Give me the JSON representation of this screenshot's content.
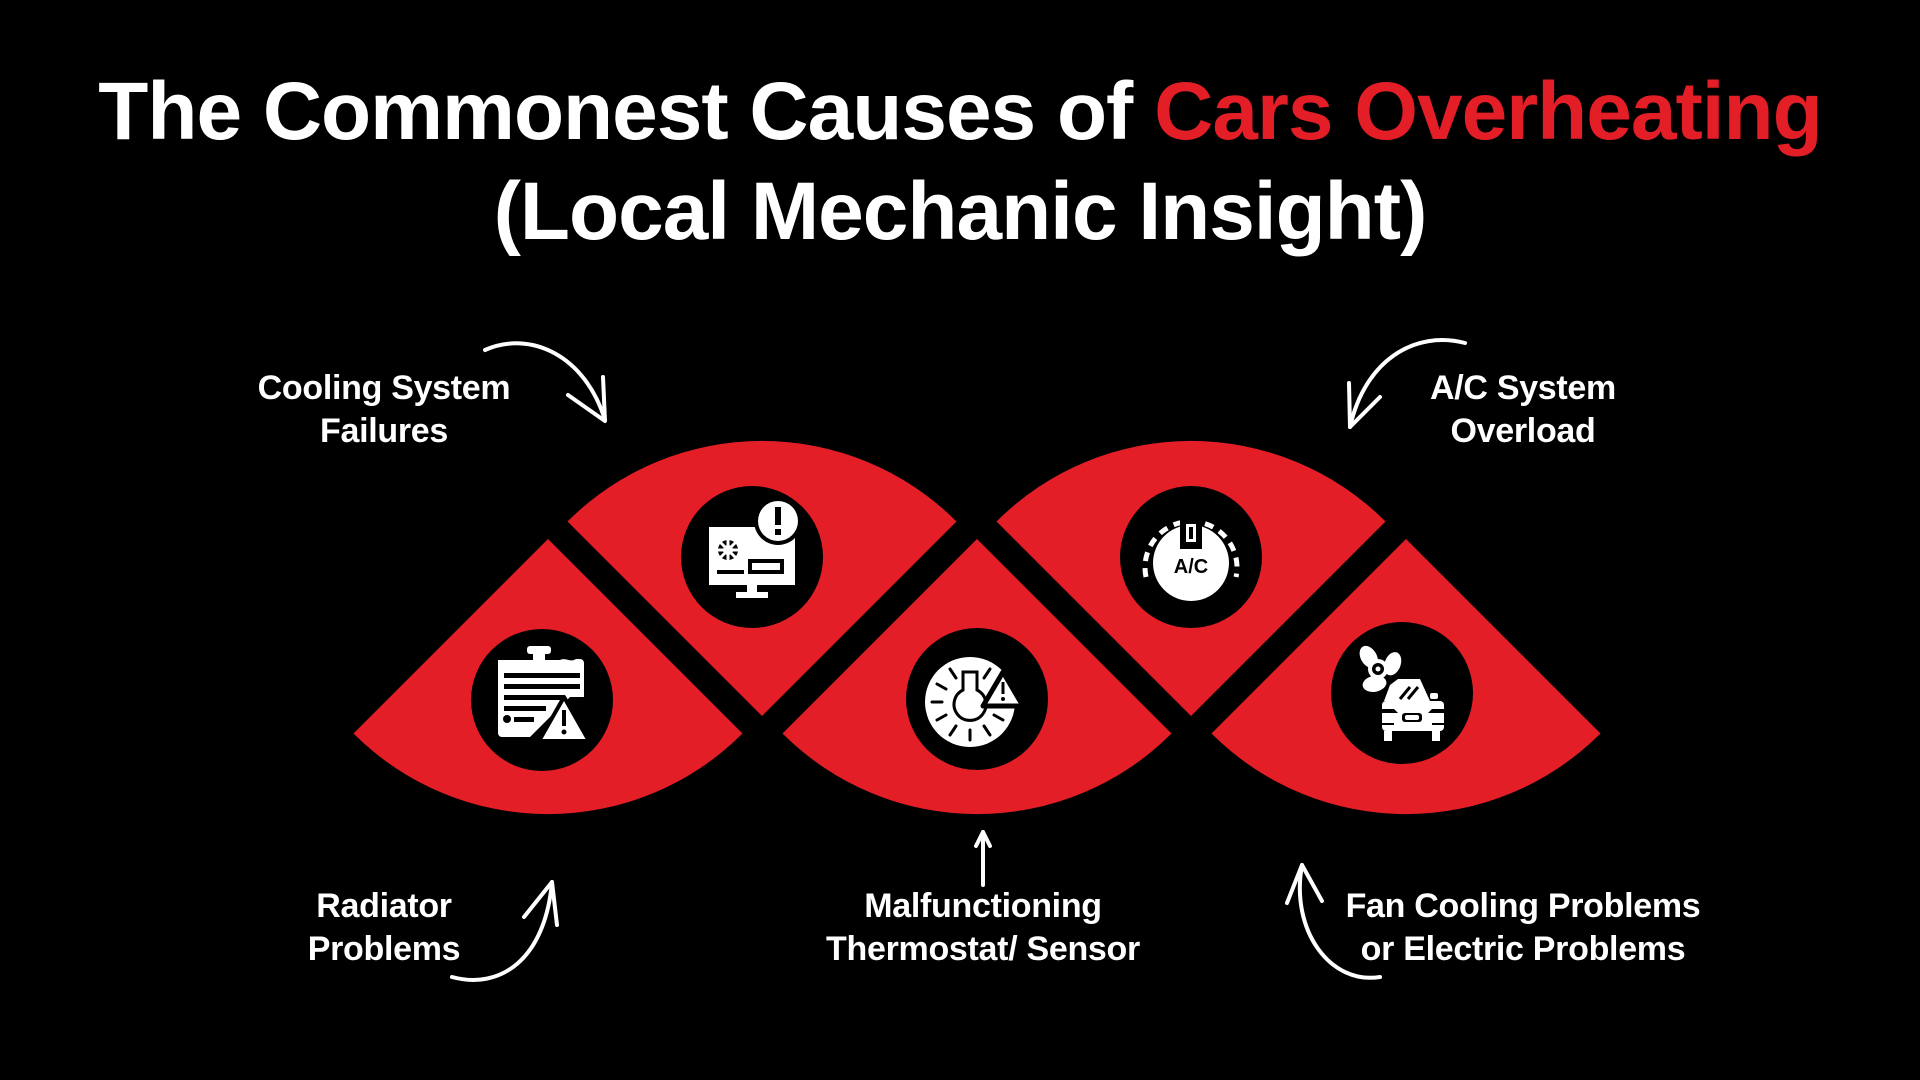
{
  "title": {
    "line1_prefix": "The Commonest Causes of ",
    "line1_accent": "Cars Overheating",
    "line2": "(Local Mechanic Insight)"
  },
  "colors": {
    "background": "#000000",
    "accent": "#E31E26",
    "text": "#FFFFFF"
  },
  "causes": [
    {
      "line1": "Cooling System",
      "line2": "Failures",
      "icon": "computer-alert-icon"
    },
    {
      "line1": "A/C System",
      "line2": "Overload",
      "icon": "ac-gauge-icon",
      "icon_text": "A/C"
    },
    {
      "line1": "Radiator",
      "line2": "Problems",
      "icon": "radiator-warning-icon"
    },
    {
      "line1": "Malfunctioning",
      "line2": "Thermostat/ Sensor",
      "icon": "thermostat-warning-icon"
    },
    {
      "line1": "Fan Cooling Problems",
      "line2": "or Electric Problems",
      "icon": "fan-car-icon"
    }
  ]
}
